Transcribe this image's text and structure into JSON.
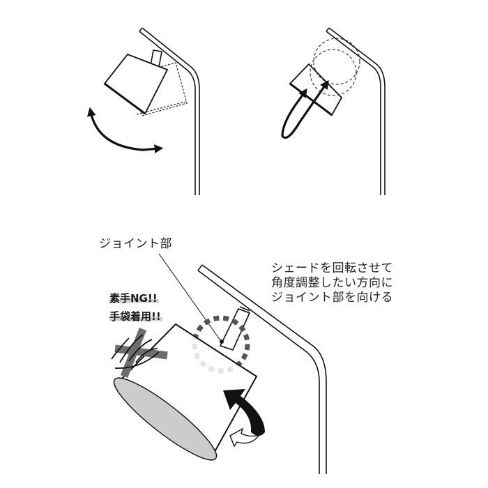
{
  "diagram": {
    "type": "instruction-illustration",
    "subject": "floor lamp shade angle adjustment",
    "panels": [
      {
        "id": "top-left",
        "description": "shade tilting up/down",
        "arrow": "curved double-headed arc"
      },
      {
        "id": "top-right",
        "description": "shade rotating around arm",
        "arrow": "circular rotation arrow"
      },
      {
        "id": "bottom",
        "description": "rotate shade so joint faces desired direction"
      }
    ],
    "labels": {
      "joint": "ジョイント部",
      "instruction_lines": [
        "シェードを回転させて",
        "角度調整したい方向に",
        "ジョイント部を向ける"
      ],
      "warning_lines": [
        "素手NG!!",
        "手袋着用!!"
      ]
    },
    "colors": {
      "line": "#111111",
      "dash_circle": "#555555",
      "cross": "#6e6e6e",
      "shade_inner": "#cccccc",
      "highlight": "#cfcfcf"
    }
  }
}
